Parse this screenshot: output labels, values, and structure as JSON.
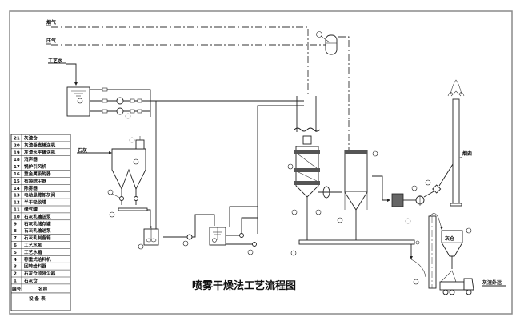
{
  "title": "喷雾干燥法工艺流程图",
  "line_labels": {
    "flue_gas": "烟气",
    "compressed_air": "压气",
    "process_water": "工艺水",
    "lime": "石灰",
    "chimney": "烟囱",
    "ash_silo": "灰仓",
    "ash_transport": "灰渣外运"
  },
  "equipment_table": {
    "caption": "设 备 表",
    "header": {
      "number": "编号",
      "name": "名称"
    },
    "rows": [
      {
        "no": "21",
        "name": "灰渣仓"
      },
      {
        "no": "20",
        "name": "灰渣垂直输送机"
      },
      {
        "no": "19",
        "name": "灰渣水平输送机"
      },
      {
        "no": "18",
        "name": "消声器"
      },
      {
        "no": "17",
        "name": "锅炉引风机"
      },
      {
        "no": "16",
        "name": "重金属吸附器"
      },
      {
        "no": "15",
        "name": "布袋除尘器"
      },
      {
        "no": "14",
        "name": "除雾器"
      },
      {
        "no": "13",
        "name": "电动悬臂卸灰阀"
      },
      {
        "no": "12",
        "name": "半干吸收塔"
      },
      {
        "no": "11",
        "name": "储气罐"
      },
      {
        "no": "10",
        "name": "石灰乳输送泵"
      },
      {
        "no": "9",
        "name": "石灰乳储存罐"
      },
      {
        "no": "8",
        "name": "石灰乳输送泵"
      },
      {
        "no": "7",
        "name": "石灰乳制备箱"
      },
      {
        "no": "6",
        "name": "工艺水泵"
      },
      {
        "no": "5",
        "name": "工艺水箱"
      },
      {
        "no": "4",
        "name": "称重式给料机"
      },
      {
        "no": "3",
        "name": "回转给料器"
      },
      {
        "no": "2",
        "name": "石灰仓顶除尘器"
      },
      {
        "no": "1",
        "name": "石灰仓"
      }
    ]
  }
}
